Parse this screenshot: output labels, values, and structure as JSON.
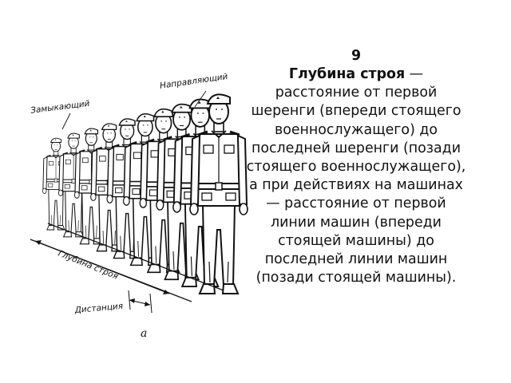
{
  "slide": {
    "number": "9",
    "term": "Глубина строя",
    "definition": " — расстояние от первой шеренги (впереди стоящего военнослужащего) до последней шеренги (позади стоящего военнослужащего), а при действиях на машинах — расстояние от первой линии машин (впереди стоящей машины) до последней линии машин (позади стоящей машины)."
  },
  "figure": {
    "label_leader": "Направляющий",
    "label_closer": "Замыкающий",
    "label_depth": "Глубина строя",
    "label_distance": "Дистанция",
    "label_letter": "а"
  }
}
